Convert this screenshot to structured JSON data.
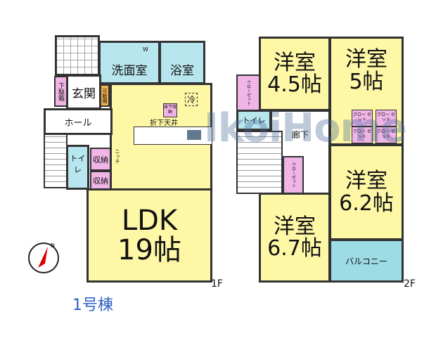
{
  "floor1": {
    "label": "1F",
    "rooms": {
      "washroom": "洗面室",
      "bath": "浴室",
      "entrance": "玄関",
      "shoe_box": "下駄箱",
      "movable_shelf": "可動棚",
      "hall": "ホール",
      "toilet": "トイレ",
      "storage1": "収納",
      "storage2": "収納",
      "ldk": "LDK",
      "ldk_size": "19帖",
      "fridge": "冷",
      "underfloor_storage": "床下収納",
      "lowered_ceiling": "折下天井",
      "niche": "ニッチ",
      "washer": "W"
    }
  },
  "floor2": {
    "label": "2F",
    "rooms": {
      "room_a": "洋室",
      "room_a_size": "4.5帖",
      "room_b": "洋室",
      "room_b_size": "5帖",
      "room_c": "洋室",
      "room_c_size": "6.2帖",
      "room_d": "洋室",
      "room_d_size": "6.7帖",
      "toilet": "トイレ",
      "hallway": "廊下",
      "closet": "クローゼット",
      "closet_short": "クロー ゼット",
      "balcony": "バルコニー"
    }
  },
  "building": "1号棟",
  "watermark": "IkoiHome",
  "compass": "N",
  "colors": {
    "room": "#fdf7a6",
    "water": "#b8e6ee",
    "storage": "#f0b5e6",
    "building_label": "#2b5fc7"
  }
}
